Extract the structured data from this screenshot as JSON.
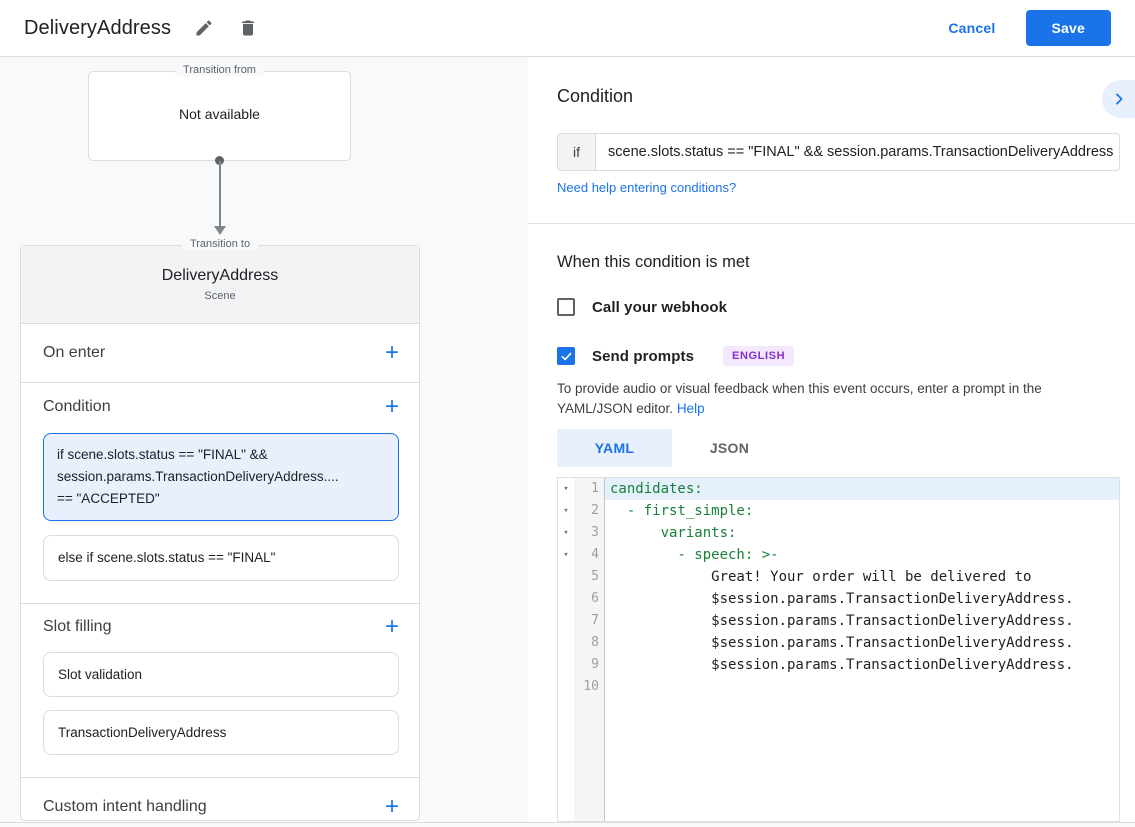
{
  "topbar": {
    "title": "DeliveryAddress",
    "cancel_label": "Cancel",
    "save_label": "Save"
  },
  "left": {
    "from_label": "Transition from",
    "from_value": "Not available",
    "to_label": "Transition to",
    "scene_name": "DeliveryAddress",
    "scene_type": "Scene",
    "on_enter_label": "On enter",
    "condition_label": "Condition",
    "slot_filling_label": "Slot filling",
    "custom_intent_label": "Custom intent handling",
    "selected_condition_lines": [
      "if scene.slots.status == \"FINAL\" &&",
      "session.params.TransactionDeliveryAddress....",
      "== \"ACCEPTED\""
    ],
    "else_condition": "else if scene.slots.status == \"FINAL\"",
    "slot_cards": [
      "Slot validation",
      "TransactionDeliveryAddress"
    ]
  },
  "right": {
    "condition_title": "Condition",
    "if_label": "if",
    "if_value": "scene.slots.status == \"FINAL\" && session.params.TransactionDeliveryAddress",
    "help_link": "Need help entering conditions?",
    "when_title": "When this condition is met",
    "webhook_label": "Call your webhook",
    "prompts_label": "Send prompts",
    "language_badge": "ENGLISH",
    "description": "To provide audio or visual feedback when this event occurs, enter a prompt in the YAML/JSON editor.",
    "help_word": "Help",
    "tab_yaml": "YAML",
    "tab_json": "JSON"
  },
  "editor": {
    "lines": [
      {
        "n": "1",
        "fold": true,
        "cls": "key",
        "hl": true,
        "text": "candidates:"
      },
      {
        "n": "2",
        "fold": true,
        "cls": "key",
        "hl": false,
        "text": "  - first_simple:"
      },
      {
        "n": "3",
        "fold": true,
        "cls": "key",
        "hl": false,
        "text": "      variants:"
      },
      {
        "n": "4",
        "fold": true,
        "cls": "key",
        "hl": false,
        "text": "        - speech: >-"
      },
      {
        "n": "5",
        "fold": false,
        "cls": "plain",
        "hl": false,
        "text": "            Great! Your order will be delivered to"
      },
      {
        "n": "6",
        "fold": false,
        "cls": "plain",
        "hl": false,
        "text": "            $session.params.TransactionDeliveryAddress."
      },
      {
        "n": "7",
        "fold": false,
        "cls": "plain",
        "hl": false,
        "text": "            $session.params.TransactionDeliveryAddress."
      },
      {
        "n": "8",
        "fold": false,
        "cls": "plain",
        "hl": false,
        "text": "            $session.params.TransactionDeliveryAddress."
      },
      {
        "n": "9",
        "fold": false,
        "cls": "plain",
        "hl": false,
        "text": "            $session.params.TransactionDeliveryAddress."
      },
      {
        "n": "10",
        "fold": false,
        "cls": "plain",
        "hl": false,
        "text": ""
      }
    ]
  },
  "colors": {
    "accent_blue": "#1a73e8",
    "selected_bg": "#e8f0fe",
    "yaml_key_green": "#188038",
    "badge_purple": "#8430ce",
    "badge_bg": "#f3e8fd",
    "panel_gray": "#f8f9fa"
  }
}
